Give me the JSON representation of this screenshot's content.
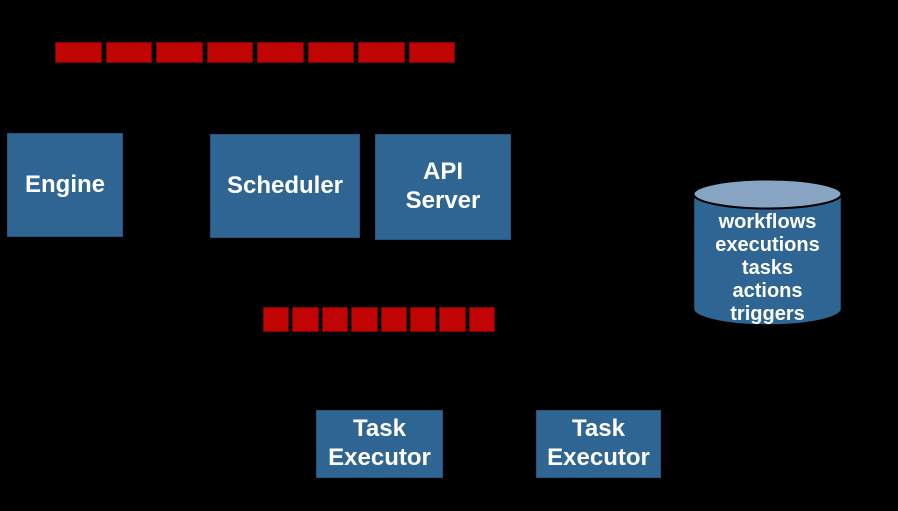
{
  "palette": {
    "canvas_bg": "#000000",
    "queue_fill": "#C00404",
    "queue_border": "#7F0000",
    "node_fill": "#2F6593",
    "node_border": "#24557F",
    "db_body_fill": "#2F6593",
    "db_top_fill": "#87A5C2",
    "text_color": "#FFFFFF"
  },
  "queues": {
    "top": {
      "segments": 8
    },
    "bottom": {
      "segments": 8
    }
  },
  "nodes": {
    "engine": {
      "label": "Engine"
    },
    "scheduler": {
      "label": "Scheduler"
    },
    "api_server": {
      "lines": [
        "API",
        "Server"
      ]
    },
    "task_executor_1": {
      "lines": [
        "Task",
        "Executor"
      ]
    },
    "task_executor_2": {
      "lines": [
        "Task",
        "Executor"
      ]
    }
  },
  "database": {
    "lines": [
      "workflows",
      "executions",
      "tasks",
      "actions",
      "triggers"
    ]
  }
}
